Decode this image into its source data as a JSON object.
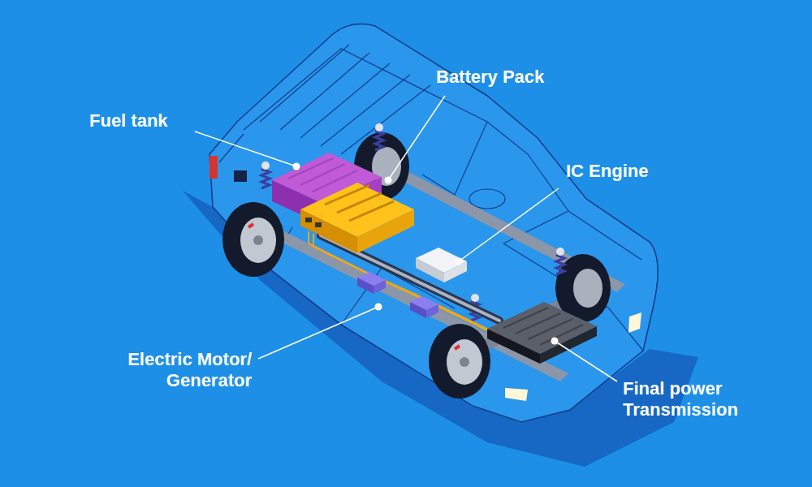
{
  "diagram": {
    "labels": [
      "Fuel tank",
      "Battery Pack",
      "IC Engine",
      "Electric Motor/ Generator",
      "Final power Transmission"
    ]
  }
}
